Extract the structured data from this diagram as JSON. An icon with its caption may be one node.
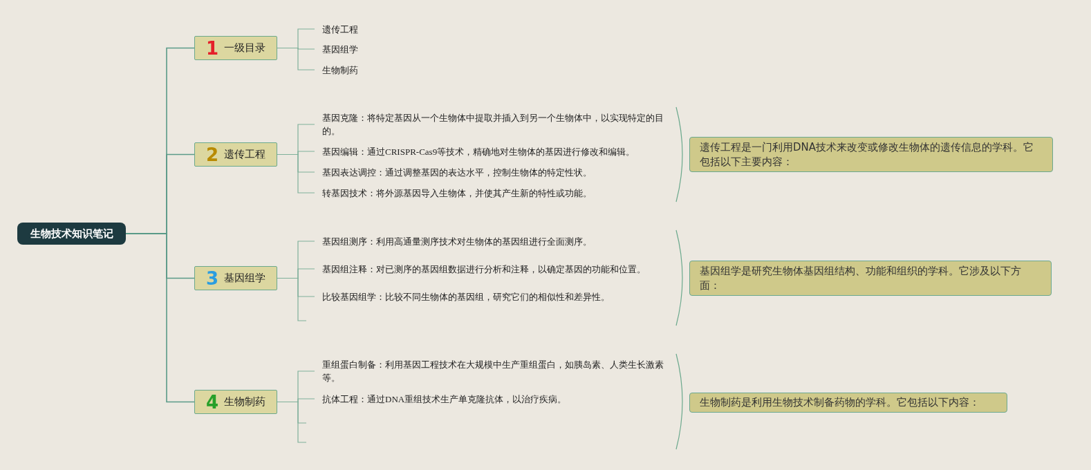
{
  "diagram": {
    "nodes": [
      {
        "text": [
          "生物技术知识笔记"
        ]
      },
      {
        "text": [
          "1",
          "一级目录"
        ]
      },
      {
        "text": [
          "遗传工程"
        ]
      },
      {
        "text": [
          "基因组学"
        ]
      },
      {
        "text": [
          "生物制药"
        ]
      },
      {
        "text": [
          "2",
          "遗传工程"
        ]
      },
      {
        "text": [
          "基因克隆：将特定基因从一个生物体中提取并插入到另一个生物体中，以实现特定的目的。"
        ]
      },
      {
        "text": [
          "基因编辑：通过CRISPR-Cas9等技术，精确地对生物体的基因进行修改和编辑。"
        ]
      },
      {
        "text": [
          "基因表达调控：通过调整基因的表达水平，控制生物体的特定性状。"
        ]
      },
      {
        "text": [
          "转基因技术：将外源基因导入生物体，并使其产生新的特性或功能。"
        ]
      },
      {
        "text": [
          "3",
          "基因组学"
        ]
      },
      {
        "text": [
          "基因组测序：利用高通量测序技术对生物体的基因组进行全面测序。"
        ]
      },
      {
        "text": [
          "基因组注释：对已测序的基因组数据进行分析和注释，以确定基因的功能和位置。"
        ]
      },
      {
        "text": [
          "比较基因组学：比较不同生物体的基因组，研究它们的相似性和差异性。"
        ]
      },
      {
        "text": [
          "4",
          "生物制药"
        ]
      },
      {
        "text": [
          "重组蛋白制备：利用基因工程技术在大规模中生产重组蛋白，如胰岛素、人类生长激素等。"
        ]
      },
      {
        "text": [
          "抗体工程：通过DNA重组技术生产单克隆抗体，以治疗疾病。"
        ]
      },
      {
        "text": [
          "遗传工程是一门利用DNA技术来改变或修改生物体的遗传信息的学科。它包括以下主要内容："
        ]
      },
      {
        "text": [
          "基因组学是研究生物体基因组结构、功能和组织的学科。它涉及以下方面："
        ]
      },
      {
        "text": [
          "生物制药是利用生物技术制备药物的学科。它包括以下内容："
        ]
      }
    ],
    "edges": [
      {
        "from": 0,
        "to": 1,
        "arrow": "none"
      },
      {
        "from": 0,
        "to": 5,
        "arrow": "none"
      },
      {
        "from": 0,
        "to": 10,
        "arrow": "none"
      },
      {
        "from": 0,
        "to": 14,
        "arrow": "none"
      },
      {
        "from": 1,
        "to": 2,
        "arrow": "none"
      },
      {
        "from": 1,
        "to": 3,
        "arrow": "none"
      },
      {
        "from": 1,
        "to": 4,
        "arrow": "none"
      },
      {
        "from": 5,
        "to": 6,
        "arrow": "none"
      },
      {
        "from": 5,
        "to": 7,
        "arrow": "none"
      },
      {
        "from": 5,
        "to": 8,
        "arrow": "none"
      },
      {
        "from": 5,
        "to": 9,
        "arrow": "none"
      },
      {
        "from": 10,
        "to": 11,
        "arrow": "none"
      },
      {
        "from": 10,
        "to": 12,
        "arrow": "none"
      },
      {
        "from": 10,
        "to": 13,
        "arrow": "none"
      },
      {
        "from": 10,
        "to": null,
        "arrow": "none"
      },
      {
        "from": 14,
        "to": 15,
        "arrow": "none"
      },
      {
        "from": 14,
        "to": 16,
        "arrow": "none"
      },
      {
        "from": 14,
        "to": null,
        "arrow": "none"
      },
      {
        "from": 14,
        "to": null,
        "arrow": "none"
      }
    ]
  }
}
